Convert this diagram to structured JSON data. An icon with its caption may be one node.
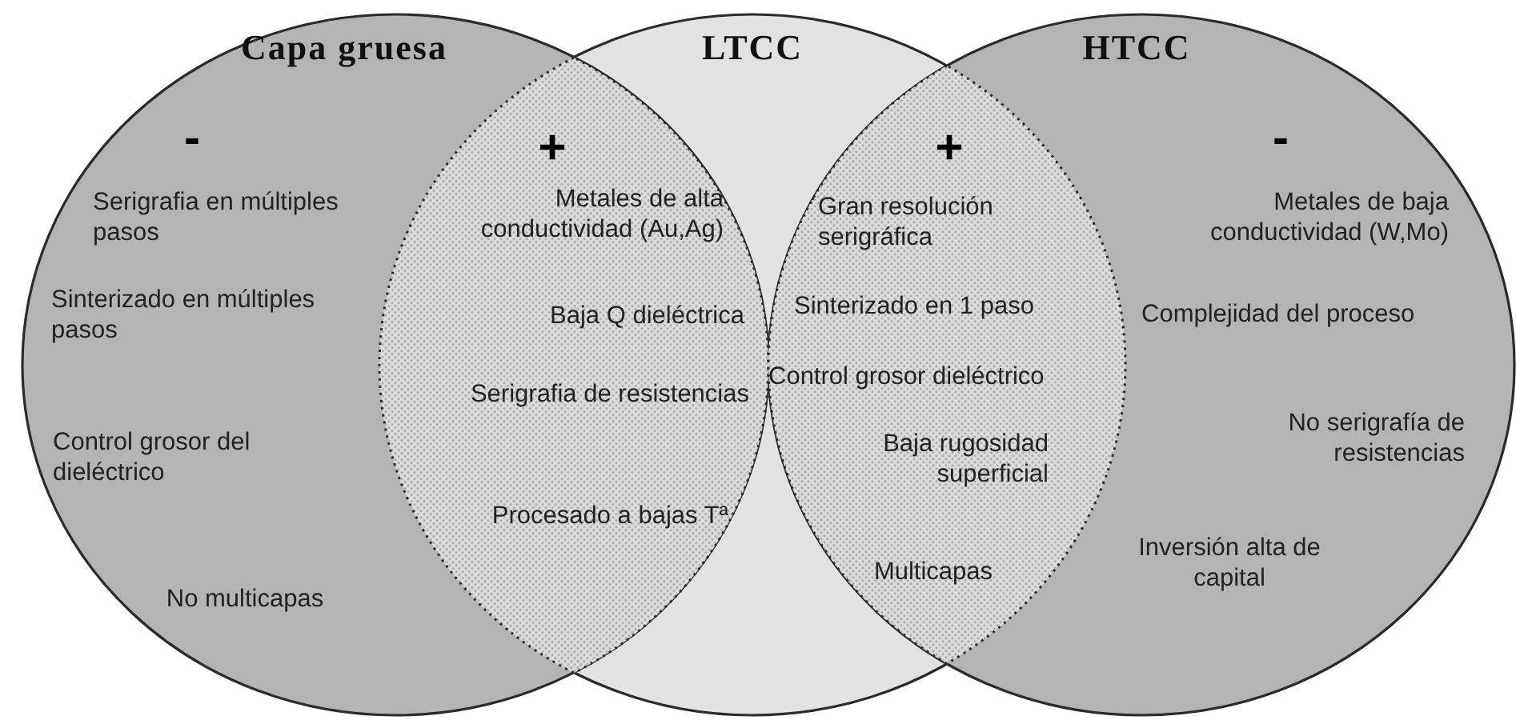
{
  "diagram": {
    "nodes": [
      {
        "text": [
          "Capa gruesa",
          "-",
          "Serigrafia en múltiples pasos",
          "Sinterizado en múltiples pasos",
          "Control grosor del dieléctrico",
          "No multicapas"
        ]
      },
      {
        "text": [
          "+",
          "Metales de alta conductividad (Au,Ag)",
          "Baja Q dieléctrica",
          "Serigrafia de resistencias",
          "Procesado a bajas Tª"
        ]
      },
      {
        "text": [
          "LTCC"
        ]
      },
      {
        "text": [
          "+",
          "Gran resolución serigráfica",
          "Sinterizado en 1 paso",
          "Control grosor dieléctrico",
          "Baja rugosidad superficial",
          "Multicapas"
        ]
      },
      {
        "text": [
          "HTCC",
          "-",
          "Metales de baja conductividad (W,Mo)",
          "Complejidad del proceso",
          "No serigrafía de resistencias",
          "Inversión alta de capital"
        ]
      }
    ]
  }
}
